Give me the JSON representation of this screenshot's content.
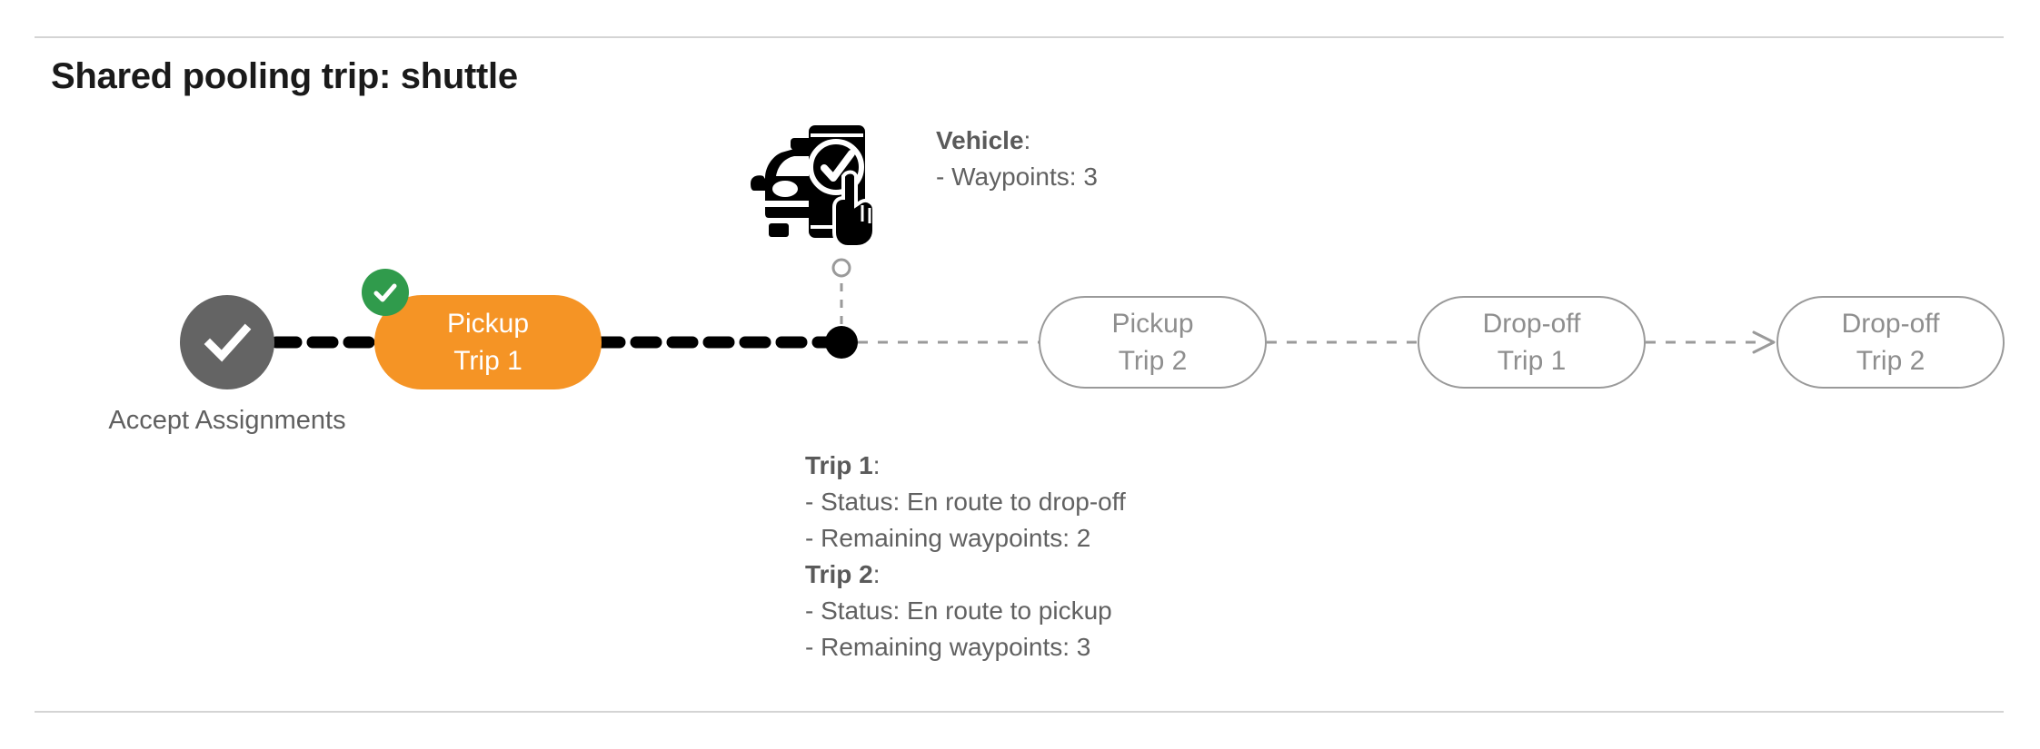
{
  "page": {
    "title": "Shared pooling trip: shuttle"
  },
  "colors": {
    "active_node": "#F59425",
    "completed_badge": "#309B4C",
    "accept_node": "#646464",
    "pending_border": "#9a9a9a",
    "pending_text": "#8e8e8e",
    "annotation_text": "#616161",
    "divider": "#d4d4d4",
    "active_path": "#000000",
    "pending_path": "#9a9a9a"
  },
  "flow": {
    "start_node": {
      "icon": "check-circle-icon",
      "label_line1": "Accept",
      "label_line2": "Assignments",
      "state": "completed"
    },
    "nodes": [
      {
        "id": "pickup-trip-1",
        "line1": "Pickup",
        "line2": "Trip 1",
        "state": "active",
        "badge": "check-icon"
      },
      {
        "id": "pickup-trip-2",
        "line1": "Pickup",
        "line2": "Trip 2",
        "state": "pending"
      },
      {
        "id": "dropoff-trip-1",
        "line1": "Drop-off",
        "line2": "Trip 1",
        "state": "pending"
      },
      {
        "id": "dropoff-trip-2",
        "line1": "Drop-off",
        "line2": "Trip 2",
        "state": "pending"
      }
    ],
    "vehicle_marker": {
      "icon": "vehicle-phone-check-icon",
      "marker": "filled-dot"
    }
  },
  "annotations": {
    "vehicle": {
      "heading": "Vehicle",
      "heading_suffix": ":",
      "lines": [
        "- Waypoints: 3"
      ]
    },
    "trips": [
      {
        "heading": "Trip 1",
        "heading_suffix": ":",
        "lines": [
          "- Status:  En route to drop-off",
          "- Remaining waypoints: 2"
        ]
      },
      {
        "heading": "Trip 2",
        "heading_suffix": ":",
        "lines": [
          "- Status:  En route to pickup",
          "- Remaining waypoints: 3"
        ]
      }
    ]
  }
}
